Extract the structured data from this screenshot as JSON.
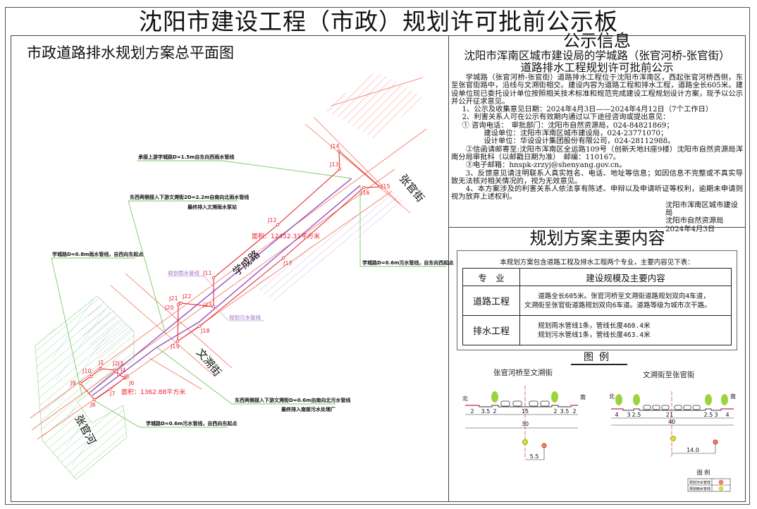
{
  "board_title": "沈阳市建设工程（市政）规划许可批前公示板",
  "map": {
    "title": "市政道路排水规划方案总平面图",
    "roads": {
      "xuecheng": "学成路",
      "wensu": "文溯街",
      "zhangguan_street": "张官街",
      "zhangguan_river": "张官河"
    },
    "pipe_labels": {
      "rain": "规划雨水管线",
      "sewage": "规划污水管线"
    },
    "areas": [
      "面积：12452.31平方米",
      "面积：1362.88平方米"
    ],
    "annotations": [
      {
        "text": "承接上游学城路D=1.5m自东向西雨水管线"
      },
      {
        "text": "东西两侧接入下游文溯街2D=2.2m自南向北雨水管线",
        "text2": "最终排入文溯雨水泵站"
      },
      {
        "text": "学城路D=0.8m雨水管线，自西向东起点"
      },
      {
        "text": "学城路D=0.6m污水管线，自东向西起点"
      },
      {
        "text": "东西两侧接入下游文溯街D=0.6m由南向北污水管线",
        "text2": "最终排入南部污水处理厂"
      },
      {
        "text": "学城路D=0.6m污水管线，自西向东起点"
      }
    ],
    "junctions": [
      "J1",
      "J2J3",
      "J4",
      "J5",
      "J6",
      "J7",
      "J8",
      "J9",
      "J10",
      "J11",
      "J12",
      "J13",
      "J14",
      "J15",
      "J16",
      "J17",
      "J18",
      "J19",
      "J20",
      "J21",
      "J22",
      "J23"
    ],
    "colors": {
      "boundary": "#e62a2a",
      "road_centerline": "#9a4fc0",
      "leader": "#7cc860",
      "hatch_green": "#8fd08a",
      "hatch_cyan": "#8ad8e0",
      "hatch_purple": "#c8a8dc",
      "road_edge": "#f0705a"
    }
  },
  "notice": {
    "title": "公示信息",
    "subtitle1": "沈阳市浑南区城市建设局的学城路（张官河桥-张官街）",
    "subtitle2": "道路排水工程规划许可批前公示",
    "intro": "学城路（张官河桥-张官街）道路排水工程位于沈阳市浑南区，西起张官河桥西侧，东至张官街路中，沿线与文溯街相交。建设内容为道路工程和排水工程，道路全长605米。建设单位现已委托设计单位按照相关技术标准和规范完成建设工程规划设计方案，现予以公示并公开征求意见。",
    "item1": "1、公示及收集意见日期：2024年4月3日——2024年4月12日（7个工作日）",
    "item2": "2、利害关系人可在公示有效期内通过以下途径咨询或提出意见：",
    "phone1": "① 咨询电话：　审批部门：沈阳市自然资源局，024-84821869；",
    "phone2": "建设单位：沈阳市浑南区城市建设局，024-23771070；",
    "phone3": "设计单位：华设设计集团股份有限公司，024-28112988。",
    "mail": "②信函请邮寄至:沈阳市浑南区全运路109号（创新天地H座9楼）沈阳市自然资源局浑南分局审批科（以邮戳日期为准）　邮编：110167。",
    "email": "③电子邮箱：hnspk-zrzyj@shenyang.gov.cn。",
    "item3": "3、反馈意见请注明联系人真实姓名、电话、地址等信息；如因信息不完整或不真实导致无法核对相关情况的，视为无效意见。",
    "item4": "4、本方案涉及的利害关系人依法享有陈述、申辩以及申请听证等权利，逾期未申请则视为放弃上述权利。",
    "sign1": "沈阳市浑南区城市建设局",
    "sign2": "沈阳市自然资源局",
    "date": "2024年4月3日"
  },
  "plan": {
    "title": "规划方案主要内容",
    "intro": "本规划方案包含道路工程及排水工程两个专业，主要内容见下表：",
    "headers": [
      "专　业",
      "建设规模及主要内容"
    ],
    "rows": [
      {
        "category": "道路工程",
        "line1": "　　道路全长605米。张官河桥至文溯街道路规划双向4车道，",
        "line2": "文溯街至张官街道路规划双向6车道。道路等级为城市次干路。"
      },
      {
        "category": "排水工程",
        "line1": "　　规划雨水管线1条，管线长度460.4米",
        "line2": "　　规划污水管线1条，管线长度463.4米"
      }
    ]
  },
  "legend": {
    "title": "图例",
    "section1": {
      "title": "张官河桥至文溯街",
      "north": "北",
      "south": "南",
      "dims": [
        "2",
        "3.5",
        "2",
        "15",
        "2",
        "3.5",
        "2"
      ],
      "total": "30",
      "offset": "5.5"
    },
    "section2": {
      "title": "文溯街至张官街",
      "north": "北",
      "south": "南",
      "dims": [
        "4",
        "3",
        "2.5",
        "21",
        "2.5",
        "3",
        "4"
      ],
      "total": "40",
      "offset": "14.0"
    },
    "key_title": "图 例",
    "key_items": [
      {
        "label": "规划污水管线",
        "color": "#f08a5a"
      },
      {
        "label": "规划雨水管线",
        "color": "#d8e040"
      }
    ]
  }
}
